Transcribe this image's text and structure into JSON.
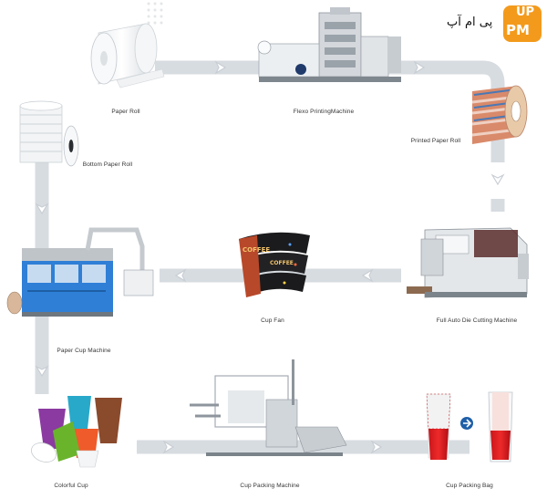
{
  "logo": {
    "text": "پی ام آپ",
    "badge_top": "UP",
    "badge_bottom": "PM",
    "badge_color": "#f39a1c"
  },
  "colors": {
    "track": "#d7dce1",
    "track_arrow": "#cfd5db",
    "machine_blue": "#2f7fd6",
    "machine_grey": "#bfc4c9",
    "arrow_badge": "#1f5fa8"
  },
  "steps": [
    {
      "id": "paper-roll",
      "label": "Paper Roll"
    },
    {
      "id": "flexo-printing-machine",
      "label": "Flexo PrintingMachine"
    },
    {
      "id": "printed-paper-roll",
      "label": "Printed Paper Roll"
    },
    {
      "id": "full-auto-die-cutting-machine",
      "label": "Full Auto Die Cutting Machine"
    },
    {
      "id": "cup-fan",
      "label": "Cup Fan"
    },
    {
      "id": "paper-cup-machine",
      "label": "Paper Cup Machine"
    },
    {
      "id": "bottom-paper-roll",
      "label": "Bottom Paper Roll"
    },
    {
      "id": "colorful-cup",
      "label": "Colorful Cup"
    },
    {
      "id": "cup-packing-machine",
      "label": "Cup Packing Machine"
    },
    {
      "id": "cup-packing-bag",
      "label": "Cup Packing Bag"
    }
  ],
  "cup_fan_print": "COFFEE"
}
